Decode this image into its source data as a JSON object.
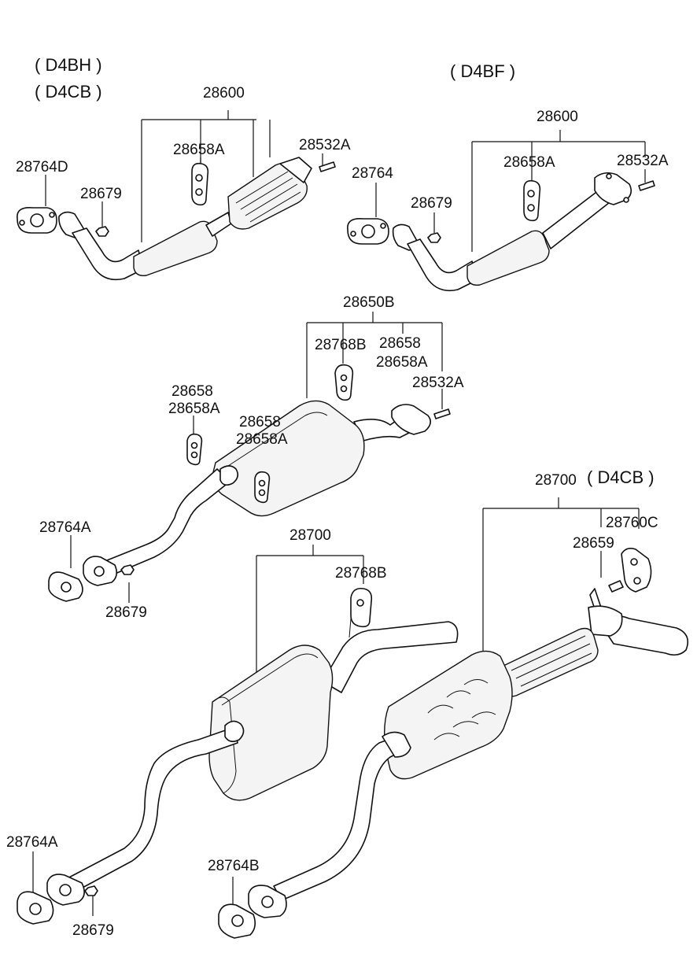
{
  "headers": {
    "d4bh": "( D4BH )",
    "d4cb_top": "( D4CB )",
    "d4bf": "( D4BF )",
    "d4cb_right": "( D4CB )"
  },
  "labels": {
    "tl_28600": "28600",
    "tl_28658A": "28658A",
    "tl_28532A": "28532A",
    "tl_28764D": "28764D",
    "tl_28679": "28679",
    "tr_28600": "28600",
    "tr_28658A": "28658A",
    "tr_28532A": "28532A",
    "tr_28764": "28764",
    "tr_28679": "28679",
    "m_28650B": "28650B",
    "m_28768B": "28768B",
    "m_28658_r": "28658",
    "m_28658A_r": "28658A",
    "m_28532A": "28532A",
    "m_28658_l": "28658",
    "m_28658A_l": "28658A",
    "m_28658_c": "28658",
    "m_28658A_c": "28658A",
    "m_28764A": "28764A",
    "m_28679": "28679",
    "bl_28700": "28700",
    "bl_28768B": "28768B",
    "bl_28764A": "28764A",
    "bl_28679": "28679",
    "br_28700": "28700",
    "br_28760C": "28760C",
    "br_28659": "28659",
    "br_28764B": "28764B"
  }
}
